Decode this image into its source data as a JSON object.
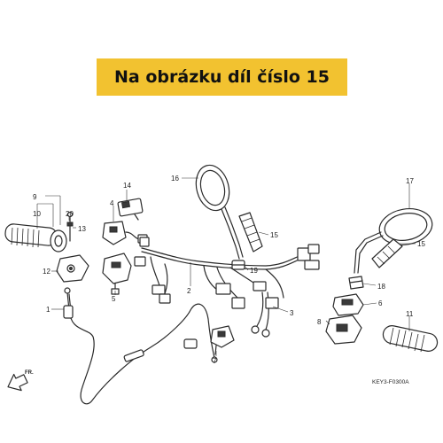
{
  "banner": {
    "text": "Na obrázku díl číslo 15"
  },
  "diagram_code": "KEY3-F0300A",
  "direction_label": "FR.",
  "callouts": {
    "c1": "1",
    "c2": "2",
    "c3": "3",
    "c4": "4",
    "c5": "5",
    "c6": "6",
    "c7": "7",
    "c8": "8",
    "c9": "9",
    "c10": "10",
    "c11": "11",
    "c12": "12",
    "c13": "13",
    "c14": "14",
    "c15a": "15",
    "c15b": "15",
    "c16": "16",
    "c17": "17",
    "c18": "18",
    "c19": "19",
    "c20": "20"
  },
  "colors": {
    "banner": "#f2c230",
    "line": "#2a2a2a"
  }
}
